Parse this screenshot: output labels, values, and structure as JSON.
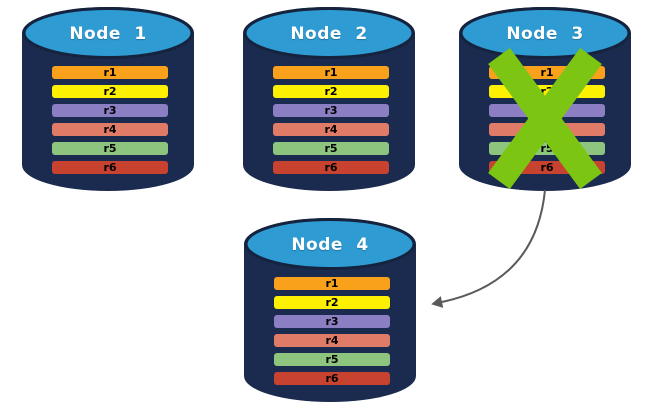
{
  "colors": {
    "background": "#FFFFFF",
    "cylinder_body": "#1B2B4F",
    "cylinder_top": "#2E9BD3",
    "cylinder_top_border": "#15233E",
    "node_label_text": "#FFFFFF",
    "record_label_text": "#000000",
    "failure_cross": "#7CC613",
    "arrow": "#5A5A5A"
  },
  "records": [
    {
      "label": "r1",
      "color": "#F9A11B"
    },
    {
      "label": "r2",
      "color": "#FDF000"
    },
    {
      "label": "r3",
      "color": "#8B7EC2"
    },
    {
      "label": "r4",
      "color": "#DF7B66"
    },
    {
      "label": "r5",
      "color": "#8DC57E"
    },
    {
      "label": "r6",
      "color": "#C8432F"
    }
  ],
  "nodes": [
    {
      "label": "Node 1",
      "failed": false
    },
    {
      "label": "Node 2",
      "failed": false
    },
    {
      "label": "Node 3",
      "failed": true
    },
    {
      "label": "Node 4",
      "failed": false
    }
  ]
}
